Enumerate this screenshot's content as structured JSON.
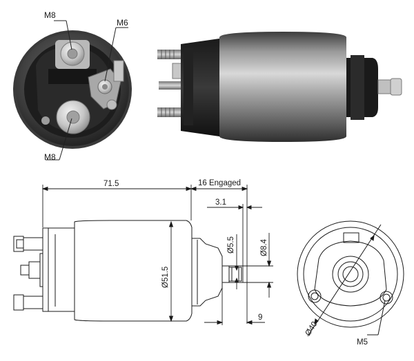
{
  "photo_labels": {
    "top_left": "M8",
    "top_right": "M6",
    "bottom_left": "M8"
  },
  "dimensions": {
    "overall_length": "71.5",
    "engaged": "16 Engaged",
    "offset": "3.1",
    "shaft_small": "Ø5.5",
    "shaft_large": "Ø8.4",
    "body_diameter": "Ø51.5",
    "shaft_length": "9",
    "flange_diameter": "Ø40",
    "mount_thread": "M5"
  }
}
